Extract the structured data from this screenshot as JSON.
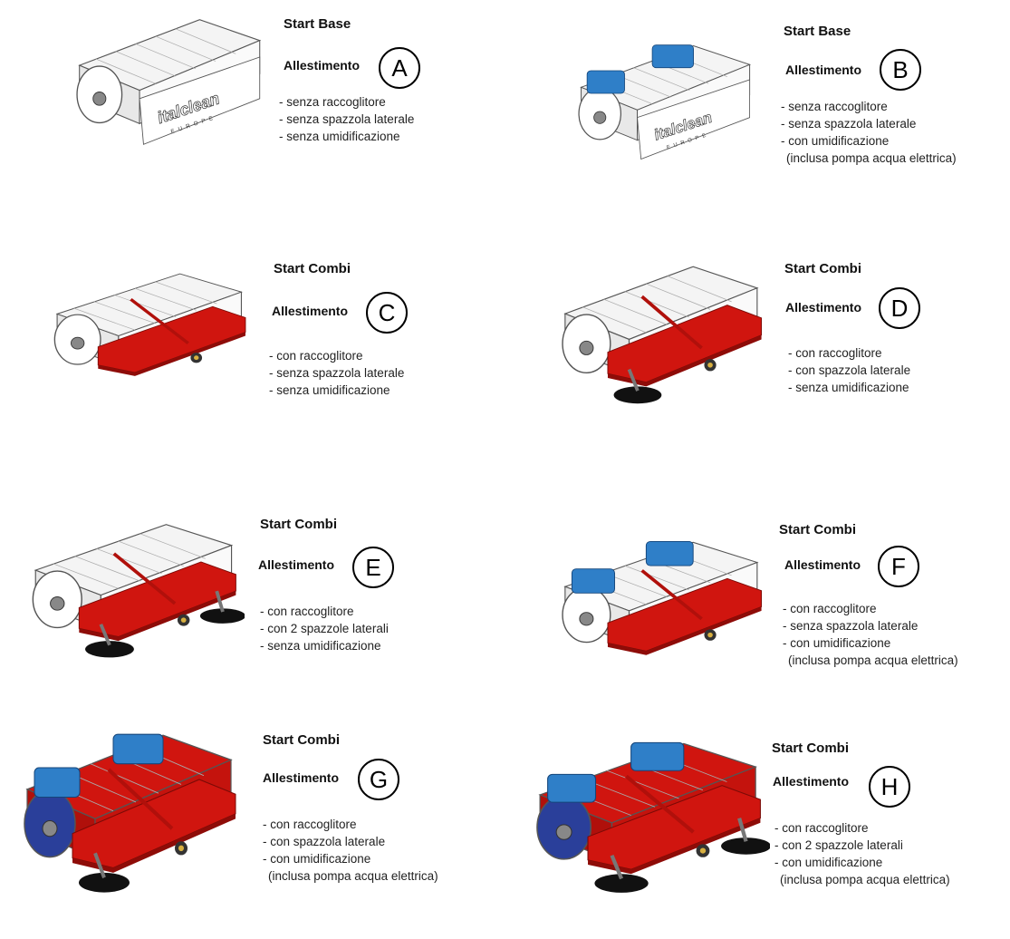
{
  "label_allestimento": "Allestimento",
  "configs": [
    {
      "letter": "A",
      "title": "Start Base",
      "items": [
        "- senza raccoglitore",
        "- senza spazzola laterale",
        "- senza umidificazione"
      ]
    },
    {
      "letter": "B",
      "title": "Start Base",
      "items": [
        "- senza raccoglitore",
        "- senza spazzola laterale",
        "- con umidificazione",
        "(inclusa pompa acqua elettrica)"
      ]
    },
    {
      "letter": "C",
      "title": "Start Combi",
      "items": [
        "- con raccoglitore",
        "- senza spazzola laterale",
        "- senza umidificazione"
      ]
    },
    {
      "letter": "D",
      "title": "Start Combi",
      "items": [
        "- con raccoglitore",
        "- con spazzola laterale",
        "- senza umidificazione"
      ]
    },
    {
      "letter": "E",
      "title": "Start Combi",
      "items": [
        "- con raccoglitore",
        "- con 2 spazzole laterali",
        "- senza umidificazione"
      ]
    },
    {
      "letter": "F",
      "title": "Start Combi",
      "items": [
        "- con raccoglitore",
        "- senza spazzola laterale",
        "- con umidificazione",
        "(inclusa pompa acqua elettrica)"
      ]
    },
    {
      "letter": "G",
      "title": "Start Combi",
      "items": [
        "- con raccoglitore",
        "- con spazzola laterale",
        "- con umidificazione",
        "(inclusa pompa acqua elettrica)"
      ]
    },
    {
      "letter": "H",
      "title": "Start Combi",
      "items": [
        "- con raccoglitore",
        "- con 2 spazzole laterali",
        "- con umidificazione",
        "(inclusa pompa acqua elettrica)"
      ]
    }
  ],
  "logo_text": "italclean",
  "logo_sub": "EUROPE",
  "colors": {
    "collector": "#d0150f",
    "tank": "#2f7fc8",
    "brush": "#111111",
    "housing": "#f4f4f4",
    "outline": "#555555"
  }
}
